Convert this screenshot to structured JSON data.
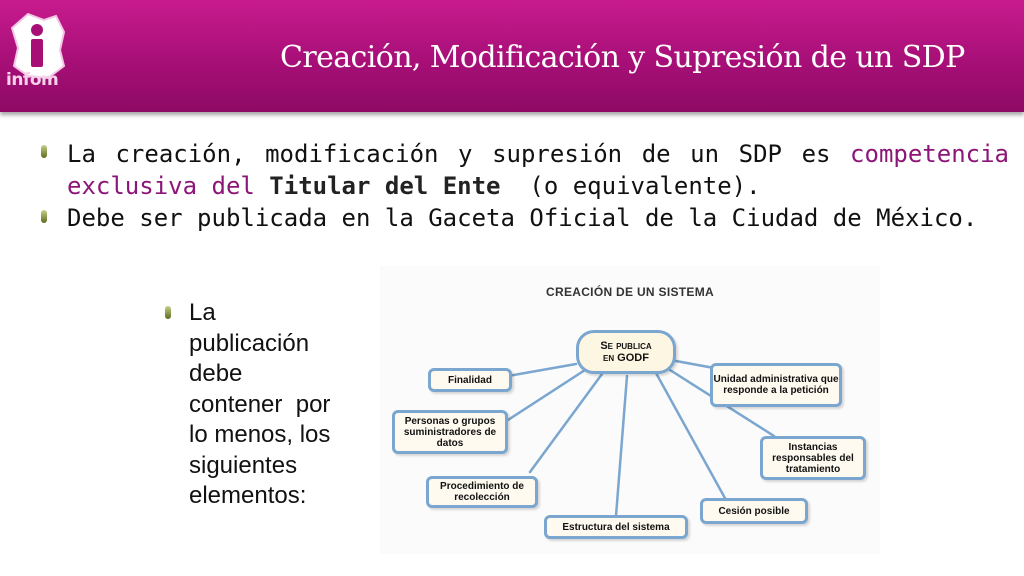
{
  "header": {
    "title": "Creación, Modificación y Supresión de un SDP",
    "logo_text": "infom"
  },
  "bullets": [
    {
      "parts": [
        {
          "text": "La creación, modificación y supresión de un SDP es ",
          "style": "normal"
        },
        {
          "text": "competencia exclusiva del ",
          "style": "accent"
        },
        {
          "text": "Titular del Ente",
          "style": "strong"
        },
        {
          "text": "  (o equivalente).",
          "style": "normal"
        }
      ]
    },
    {
      "parts": [
        {
          "text": "Debe ser publicada en la Gaceta Oficial de la Ciudad de México.",
          "style": "normal"
        }
      ]
    }
  ],
  "side_bullet": {
    "lines": [
      "La",
      "publicación",
      "debe",
      "contener  por",
      "lo menos, los",
      "siguientes",
      "elementos:"
    ]
  },
  "diagram": {
    "title": "CREACIÓN DE UN SISTEMA",
    "center": {
      "line1": "Se publica",
      "line2": "en GODF"
    },
    "nodes": [
      {
        "label": "Finalidad"
      },
      {
        "label": "Personas o grupos suministradores de datos"
      },
      {
        "label": "Procedimiento de recolección"
      },
      {
        "label": "Estructura del sistema"
      },
      {
        "label": "Cesión posible"
      },
      {
        "label": "Instancias responsables del tratamiento"
      },
      {
        "label": "Unidad administrativa que responde a la petición"
      }
    ]
  },
  "colors": {
    "header": "#a70f77",
    "accent_text": "#8c1678",
    "node_border": "#7aa6cf",
    "connector": "#7aa6cf"
  }
}
